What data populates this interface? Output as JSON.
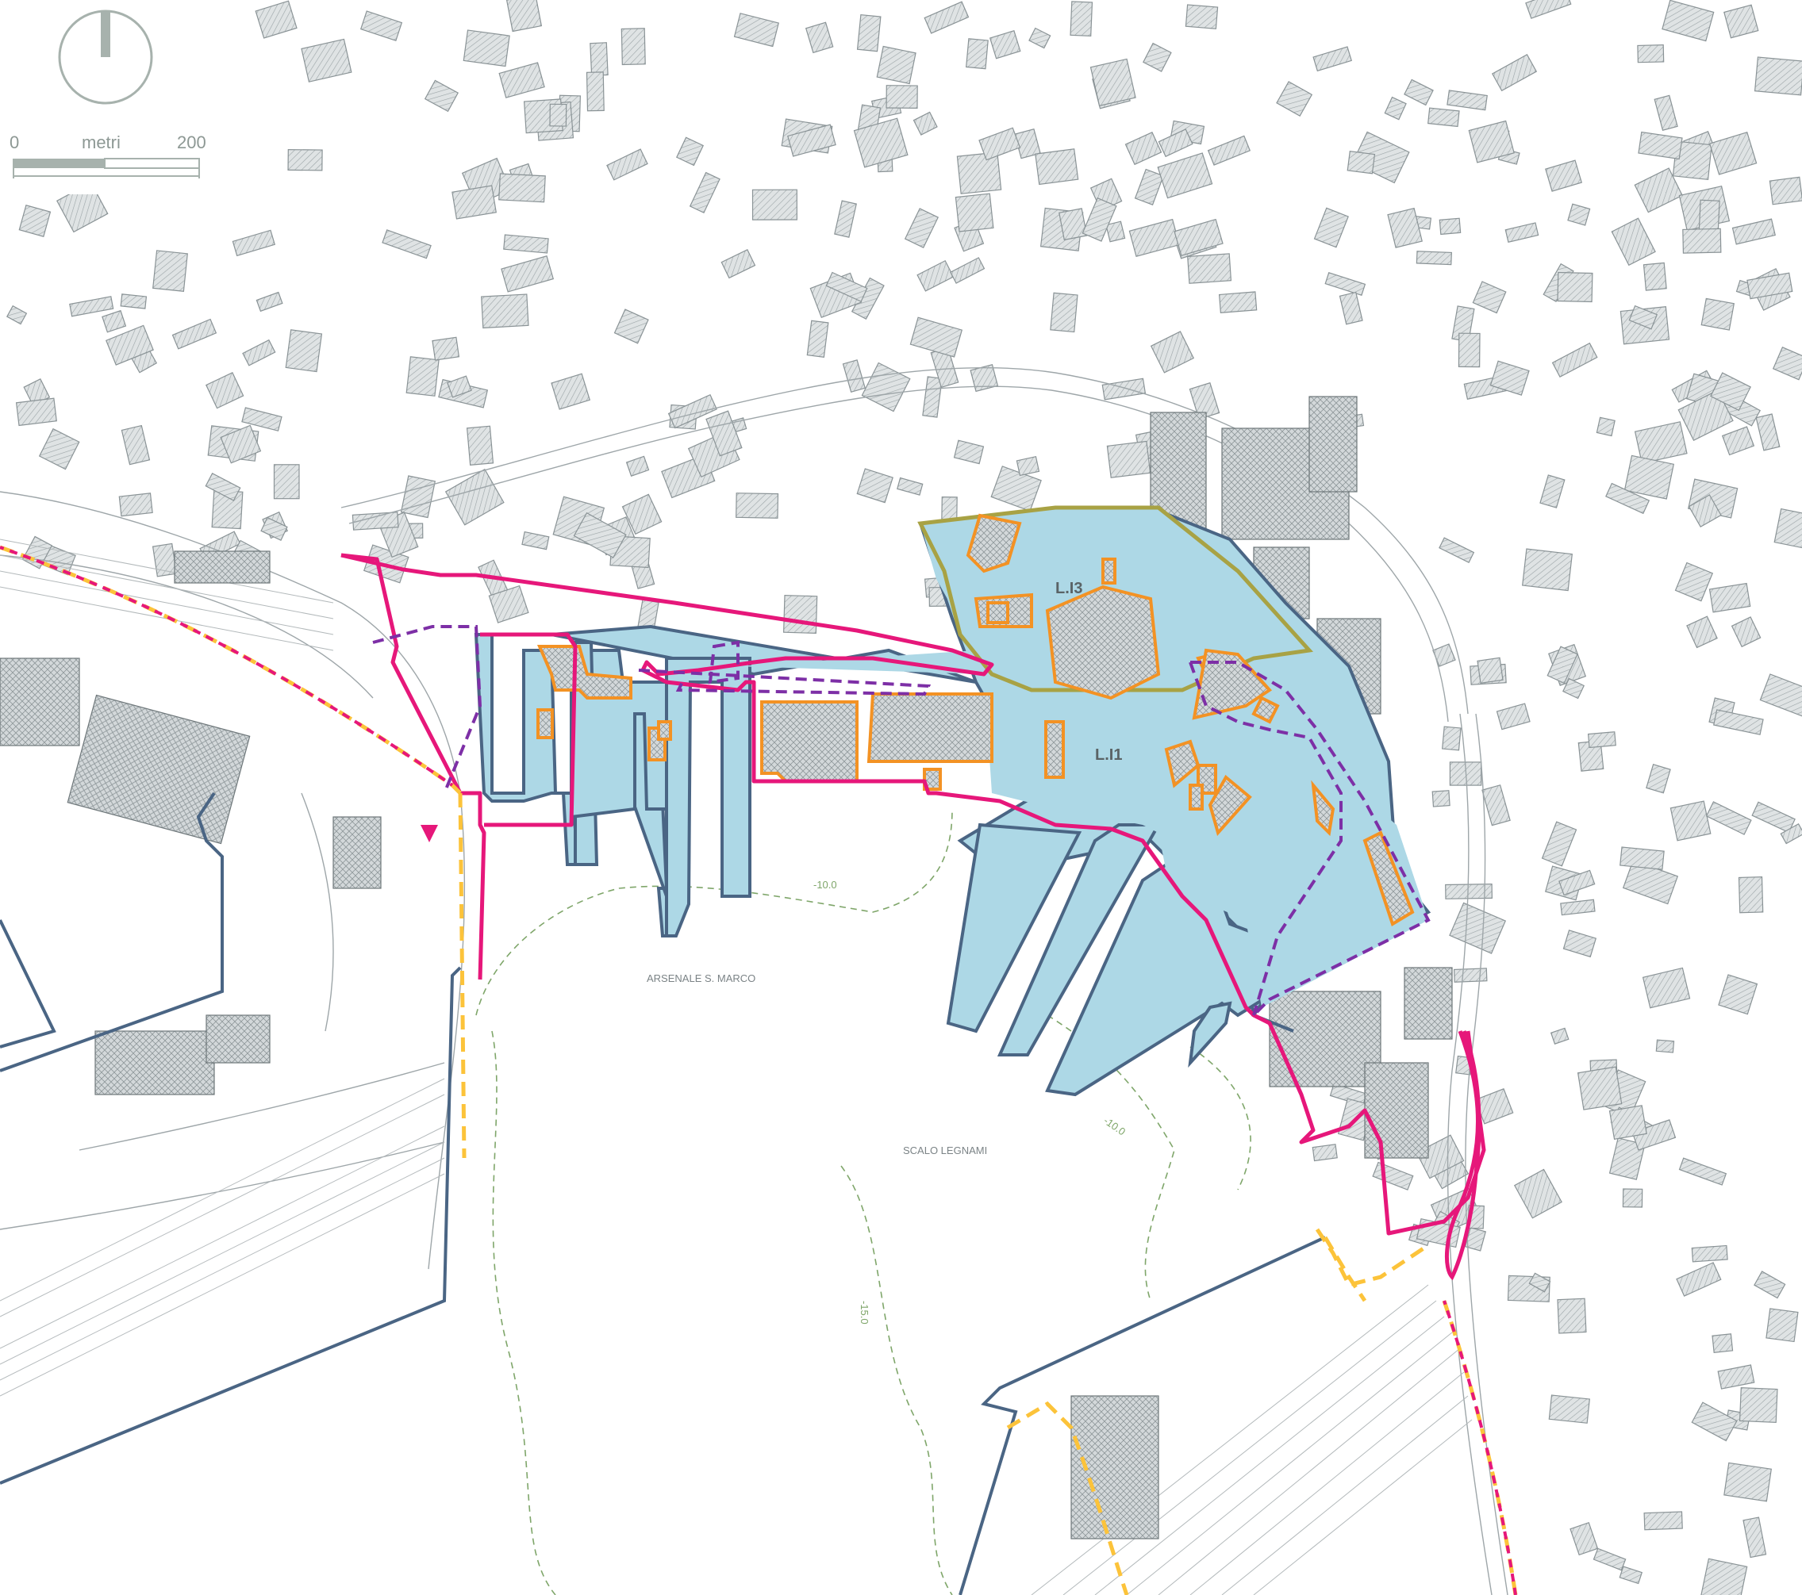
{
  "scale": {
    "start": "0",
    "unit": "metri",
    "end": "200"
  },
  "labels": {
    "area_l1": "L.I1",
    "area_l3": "L.I3",
    "arsenale": "ARSENALE S. MARCO",
    "scalo": "SCALO LEGNAMI",
    "depth_1": "-10.0",
    "depth_2": "-10.0",
    "depth_3": "-15.0"
  },
  "colors": {
    "water_area": "#add8e6",
    "perimeter": "#e6177a",
    "building_outline": "#f39224",
    "dashed_boundary": "#7d2fa6",
    "railway_line": "#fcc33a",
    "quay_edge": "#4a6584",
    "block_fill": "#c9ced0",
    "bathymetry": "#7fa66a",
    "zone_l3_edge": "#a8a244"
  },
  "icons": {
    "north_arrow": "north-arrow-icon",
    "marker": "triangle-marker-icon"
  }
}
